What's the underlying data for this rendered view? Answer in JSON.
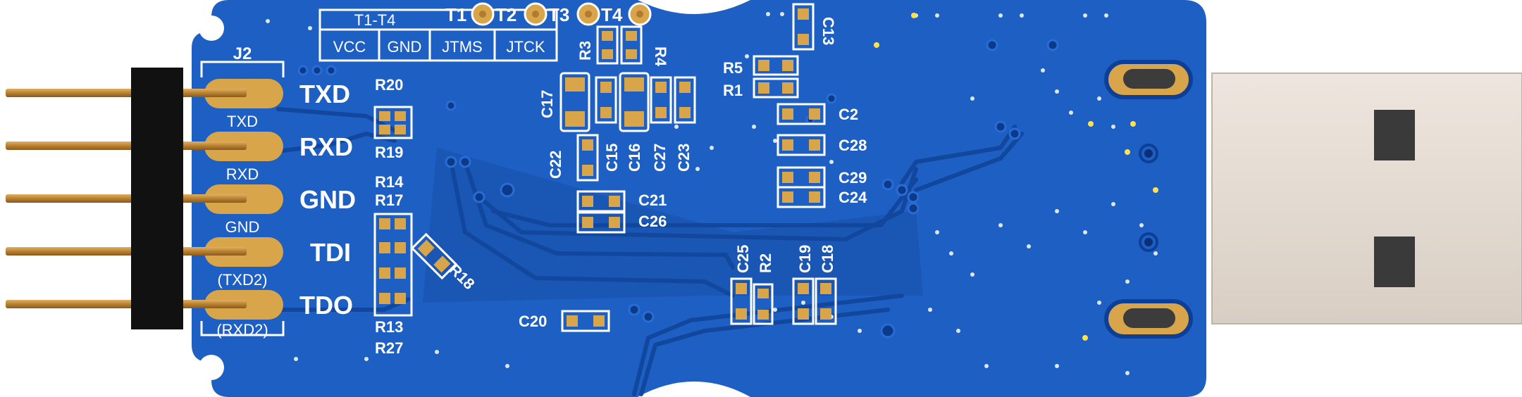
{
  "board": {
    "colors": {
      "pcb": "#1e5fc4",
      "pcb_dark": "#0e3f96",
      "copper_trace": "#174fa8",
      "silk": "#ffffff",
      "gold": "#d8a54a",
      "pin_gold": "#c08a38",
      "header_black": "#111111",
      "usb_metal": "#e4dad0",
      "usb_window": "#3a3a3a"
    },
    "header": {
      "ref": "J2",
      "pins": [
        {
          "signal": "TXD",
          "sub": "TXD"
        },
        {
          "signal": "RXD",
          "sub": "RXD"
        },
        {
          "signal": "GND",
          "sub": "GND"
        },
        {
          "signal": "TDI",
          "sub": "(TXD2)"
        },
        {
          "signal": "TDO",
          "sub": "(RXD2)"
        }
      ]
    },
    "test_table": {
      "title": "T1-T4",
      "cells": [
        "VCC",
        "GND",
        "JTMS",
        "JTCK"
      ]
    },
    "test_points": [
      "T1",
      "T2",
      "T3",
      "T4"
    ],
    "refdes": {
      "R20": "R20",
      "R19": "R19",
      "R14": "R14",
      "R17": "R17",
      "R18": "R18",
      "R13": "R13",
      "R27": "R27",
      "R3": "R3",
      "R4": "R4",
      "R5": "R5",
      "R1": "R1",
      "R2": "R2",
      "C13": "C13",
      "C17": "C17",
      "C22": "C22",
      "C15": "C15",
      "C16": "C16",
      "C27": "C27",
      "C23": "C23",
      "C2": "C2",
      "C28": "C28",
      "C29": "C29",
      "C24": "C24",
      "C21": "C21",
      "C26": "C26",
      "C20": "C20",
      "C25": "C25",
      "C19": "C19",
      "C18": "C18"
    }
  }
}
